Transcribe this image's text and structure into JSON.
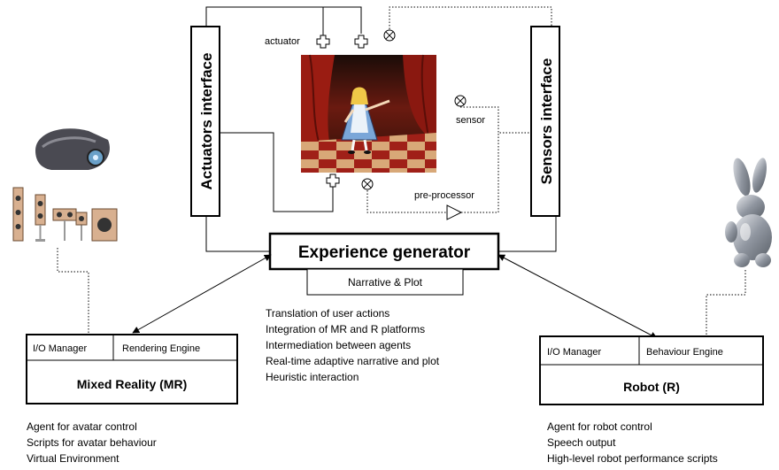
{
  "interfaces": {
    "actuators": "Actuators interface",
    "sensors": "Sensors interface"
  },
  "labels": {
    "actuator": "actuator",
    "sensor": "sensor",
    "pre_processor": "pre-processor"
  },
  "generator": {
    "title": "Experience generator",
    "sub": "Narrative & Plot"
  },
  "functions": [
    "Translation of user actions",
    "Integration of MR and R platforms",
    "Intermediation between agents",
    "Real-time adaptive narrative and plot",
    "Heuristic interaction"
  ],
  "mr": {
    "io": "I/O Manager",
    "engine": "Rendering Engine",
    "title": "Mixed Reality (MR)",
    "items": [
      "Agent  for avatar control",
      "Scripts for avatar behaviour",
      "Virtual Environment"
    ]
  },
  "robot": {
    "io": "I/O Manager",
    "engine": "Behaviour Engine",
    "title": "Robot (R)",
    "items": [
      "Agent for robot control",
      "Speech output",
      "High-level robot performance scripts"
    ]
  },
  "colors": {
    "line": "#000000",
    "stage_red": "#b02018",
    "stage_floor": "#c89060",
    "robot_silver": "#a8acb2"
  }
}
